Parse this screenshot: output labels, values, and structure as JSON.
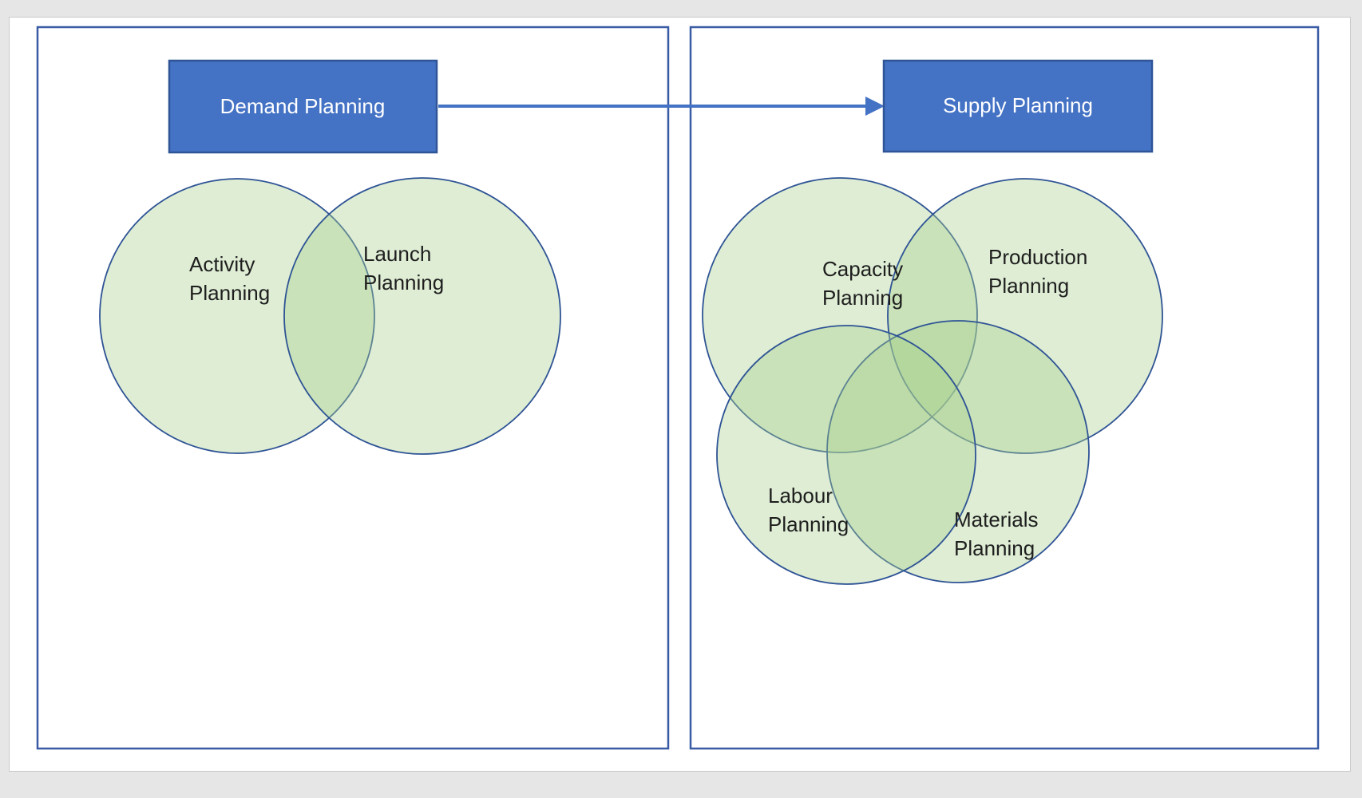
{
  "boxes": {
    "demand": {
      "label": "Demand Planning"
    },
    "supply": {
      "label": "Supply Planning"
    }
  },
  "arrow": {
    "from": "Demand Planning",
    "to": "Supply Planning"
  },
  "demand_panel": {
    "circles": [
      {
        "name": "activity",
        "line1": "Activity",
        "line2": "Planning"
      },
      {
        "name": "launch",
        "line1": "Launch",
        "line2": "Planning"
      }
    ]
  },
  "supply_panel": {
    "circles": [
      {
        "name": "capacity",
        "line1": "Capacity",
        "line2": "Planning"
      },
      {
        "name": "production",
        "line1": "Production",
        "line2": "Planning"
      },
      {
        "name": "labour",
        "line1": "Labour",
        "line2": "Planning"
      },
      {
        "name": "materials",
        "line1": "Materials",
        "line2": "Planning"
      }
    ]
  },
  "colors": {
    "canvas_gray": "#E7E6E6",
    "page_white": "#FFFFFF",
    "panel_border_blue": "#3A5BA5",
    "accent_blue": "#4472C4",
    "box_border_blue": "#2F5597",
    "box_text_white": "#FFFFFF",
    "arrow_blue": "#4472C4",
    "circle_fill_green": "#A9CF8E",
    "circle_stroke_blue": "#2E5395",
    "label_text": "#1E1E1E"
  }
}
